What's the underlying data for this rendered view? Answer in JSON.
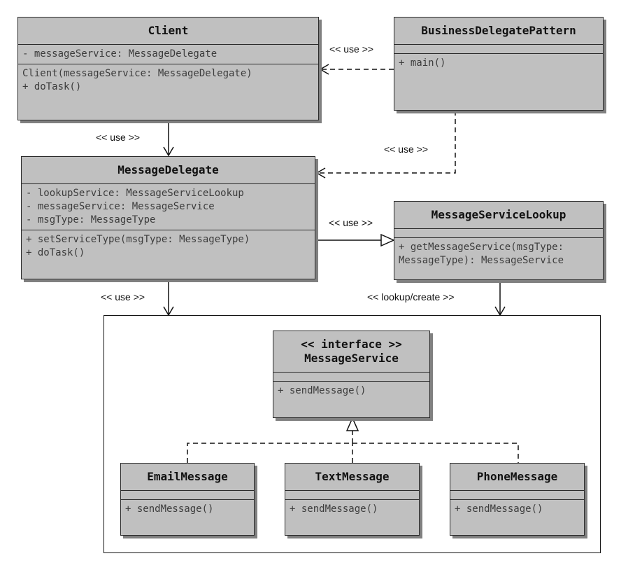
{
  "classes": {
    "client": {
      "name": [
        "Client"
      ],
      "attributes": [
        "- messageService: MessageDelegate"
      ],
      "operations": [
        "Client(messageService: MessageDelegate)",
        "+ doTask()"
      ]
    },
    "business_delegate_pattern": {
      "name": [
        "BusinessDelegatePattern"
      ],
      "attributes": [],
      "operations": [
        "+ main()"
      ]
    },
    "message_delegate": {
      "name": [
        "MessageDelegate"
      ],
      "attributes": [
        "- lookupService: MessageServiceLookup",
        "- messageService: MessageService",
        "- msgType: MessageType"
      ],
      "operations": [
        "+ setServiceType(msgType: MessageType)",
        "+ doTask()"
      ]
    },
    "message_service_lookup": {
      "name": [
        "MessageServiceLookup"
      ],
      "attributes": [],
      "operations": [
        "+ getMessageService(msgType:",
        "MessageType): MessageService"
      ]
    },
    "message_service": {
      "name": [
        "<< interface >>",
        "MessageService"
      ],
      "attributes": [],
      "operations": [
        "+ sendMessage()"
      ]
    },
    "email_message": {
      "name": [
        "EmailMessage"
      ],
      "attributes": [],
      "operations": [
        "+ sendMessage()"
      ]
    },
    "text_message": {
      "name": [
        "TextMessage"
      ],
      "attributes": [],
      "operations": [
        "+ sendMessage()"
      ]
    },
    "phone_message": {
      "name": [
        "PhoneMessage"
      ],
      "attributes": [],
      "operations": [
        "+ sendMessage()"
      ]
    }
  },
  "relations": {
    "bdp_to_client": "<< use >>",
    "client_to_delegate": "<< use >>",
    "bdp_to_delegate": "<< use >>",
    "delegate_to_lookup": "<< use >>",
    "delegate_to_services": "<< use >>",
    "lookup_to_services": "<< lookup/create >>"
  },
  "colors": {
    "box_fill": "#c0c0c0",
    "box_border": "#2b2b2b",
    "shadow": "#808080",
    "line": "#111111"
  }
}
